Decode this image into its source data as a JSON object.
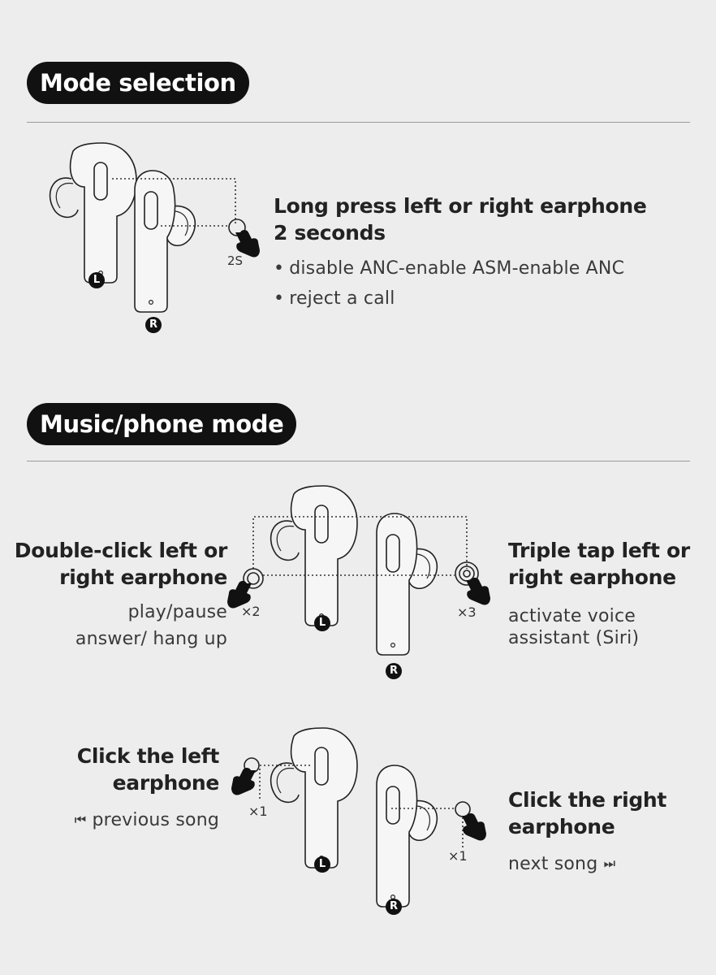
{
  "mode_selection": {
    "header": "Mode selection",
    "press_label": "2S",
    "title_line1": "Long press left or right earphone",
    "title_line2": "2 seconds",
    "bullets": [
      "disable ANC-enable ASM-enable ANC",
      "reject a call"
    ]
  },
  "music_phone": {
    "header": "Music/phone mode",
    "double_click": {
      "title_line1": "Double-click left or",
      "title_line2": "right earphone",
      "desc_line1": "play/pause",
      "desc_line2": "answer/ hang up",
      "count": "×2"
    },
    "triple_tap": {
      "title_line1": "Triple tap left or",
      "title_line2": "right earphone",
      "desc_line1": "activate voice",
      "desc_line2": "assistant (Siri)",
      "count": "×3"
    },
    "click_left": {
      "title_line1": "Click the left",
      "title_line2": "earphone",
      "desc": "previous song",
      "icon": "previous-track-icon",
      "count": "×1"
    },
    "click_right": {
      "title_line1": "Click the right",
      "title_line2": "earphone",
      "desc": "next song",
      "icon": "next-track-icon",
      "count": "×1"
    }
  },
  "labels": {
    "left": "L",
    "right": "R"
  }
}
